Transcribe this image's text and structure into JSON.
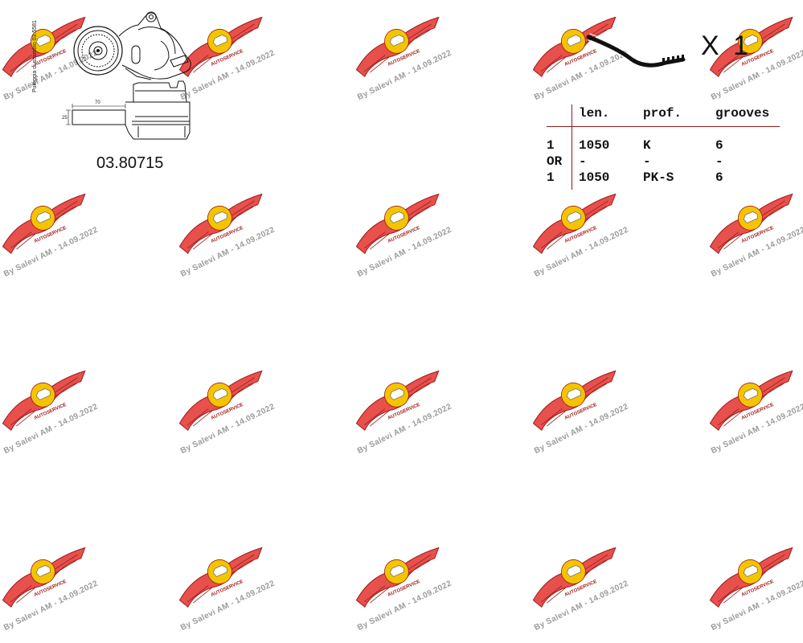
{
  "watermark": {
    "caption": "By Salevi AM - 14.09.2022",
    "logo_text": "AUTOSERVICE",
    "colors": {
      "wing": "#e8504c",
      "wing_outline": "#9c1c1c",
      "badge": "#f5c400",
      "text": "#8a8a8a"
    }
  },
  "part": {
    "number": "03.80715",
    "vertical_label": "Puleggia di scambio 03.5581",
    "dimension_width": "70",
    "dimension_height": "25"
  },
  "belt": {
    "icon": "multi-rib-belt-icon",
    "quantity": "X 1"
  },
  "spec_table": {
    "headers": [
      "len.",
      "prof.",
      "grooves"
    ],
    "rows": [
      [
        "1",
        "1050",
        "K",
        "6"
      ],
      [
        "OR",
        "-",
        "-",
        "-"
      ],
      [
        "1",
        "1050",
        "PK-S",
        "6"
      ]
    ],
    "line_color": "#8b1a1a"
  }
}
